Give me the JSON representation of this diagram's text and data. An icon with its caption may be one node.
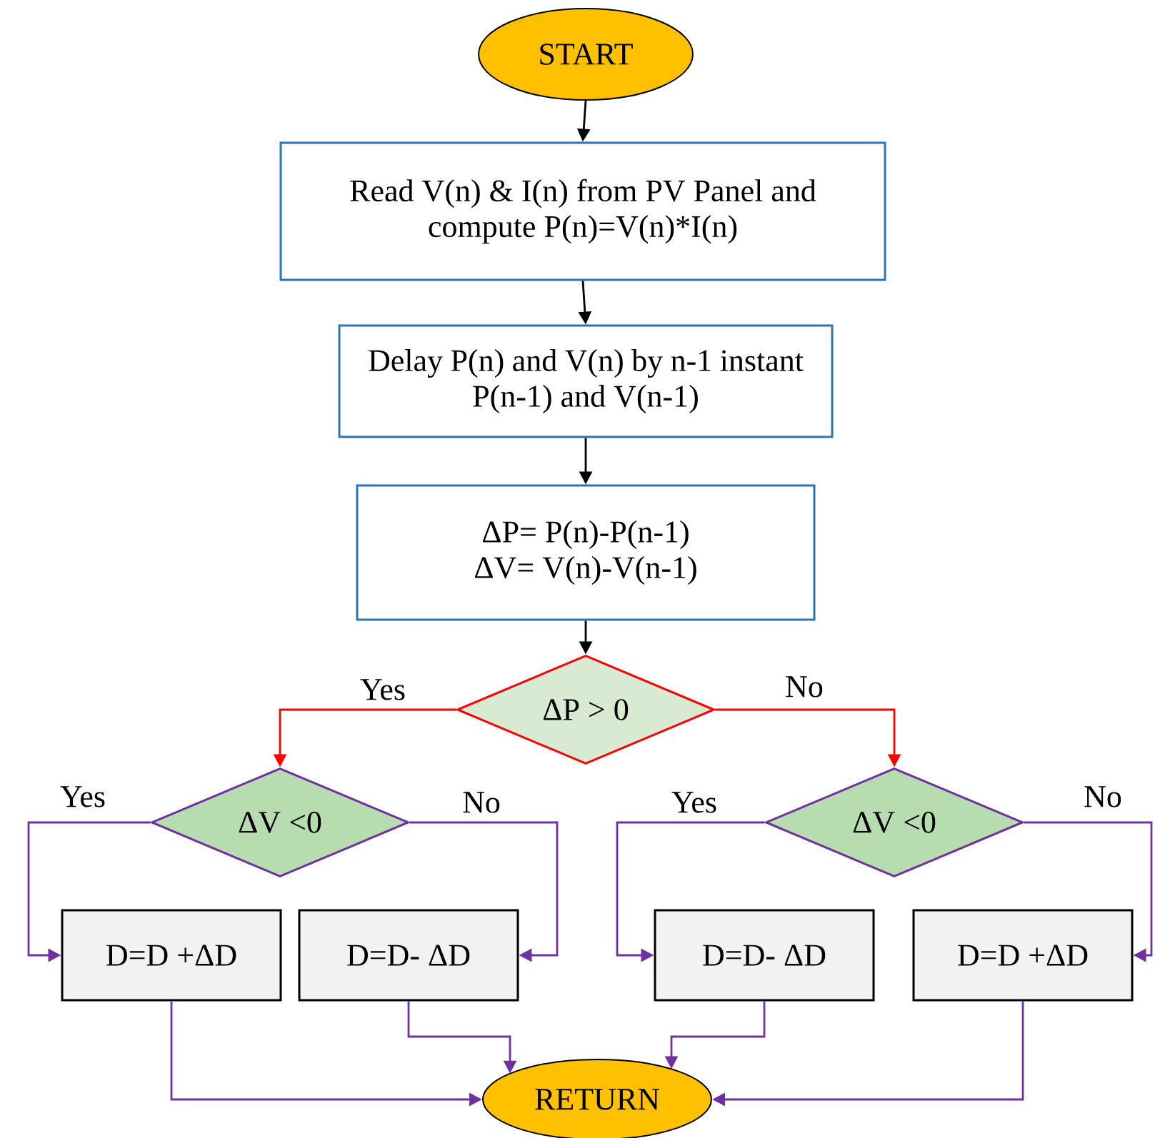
{
  "diagram": {
    "nodes": [
      {
        "text": [
          "START"
        ]
      },
      {
        "text": [
          "Read V(n) & I(n) from PV Panel and compute P(n)=V(n)*I(n)"
        ]
      },
      {
        "text": [
          "Delay P(n) and V(n) by n-1 instant P(n-1) and V(n-1)"
        ]
      },
      {
        "text": [
          "ΔP= P(n)-P(n-1)",
          "ΔV= V(n)-V(n-1)"
        ]
      },
      {
        "text": [
          "ΔP > 0"
        ]
      },
      {
        "text": [
          "ΔV <0"
        ]
      },
      {
        "text": [
          "ΔV <0"
        ]
      },
      {
        "text": [
          "D=D +ΔD"
        ]
      },
      {
        "text": [
          "D=D- ΔD"
        ]
      },
      {
        "text": [
          "D=D- ΔD"
        ]
      },
      {
        "text": [
          "D=D +ΔD"
        ]
      },
      {
        "text": [
          "RETURN"
        ]
      }
    ],
    "edges": [
      {
        "from": 0,
        "to": 1,
        "arrow": "to",
        "color": "#000000"
      },
      {
        "from": 1,
        "to": 2,
        "arrow": "to",
        "color": "#000000"
      },
      {
        "from": 2,
        "to": 3,
        "arrow": "to",
        "color": "#000000"
      },
      {
        "from": 3,
        "to": 4,
        "arrow": "to",
        "color": "#000000"
      },
      {
        "from": 4,
        "to": 5,
        "arrow": "to",
        "label": "Yes",
        "color": "#ff0000"
      },
      {
        "from": 4,
        "to": 6,
        "arrow": "to",
        "label": "No",
        "color": "#ff0000"
      },
      {
        "from": 5,
        "to": 7,
        "arrow": "to",
        "label": "Yes"
      },
      {
        "from": 5,
        "to": 8,
        "arrow": "to",
        "label": "No"
      },
      {
        "from": 6,
        "to": 9,
        "arrow": "to",
        "label": "Yes"
      },
      {
        "from": 6,
        "to": 10,
        "arrow": "to",
        "label": "No"
      },
      {
        "from": 7,
        "to": 11,
        "arrow": "to"
      },
      {
        "from": 8,
        "to": 11,
        "arrow": "to"
      },
      {
        "from": 9,
        "to": 11,
        "arrow": "to"
      },
      {
        "from": 10,
        "to": 11,
        "arrow": "to"
      }
    ]
  }
}
